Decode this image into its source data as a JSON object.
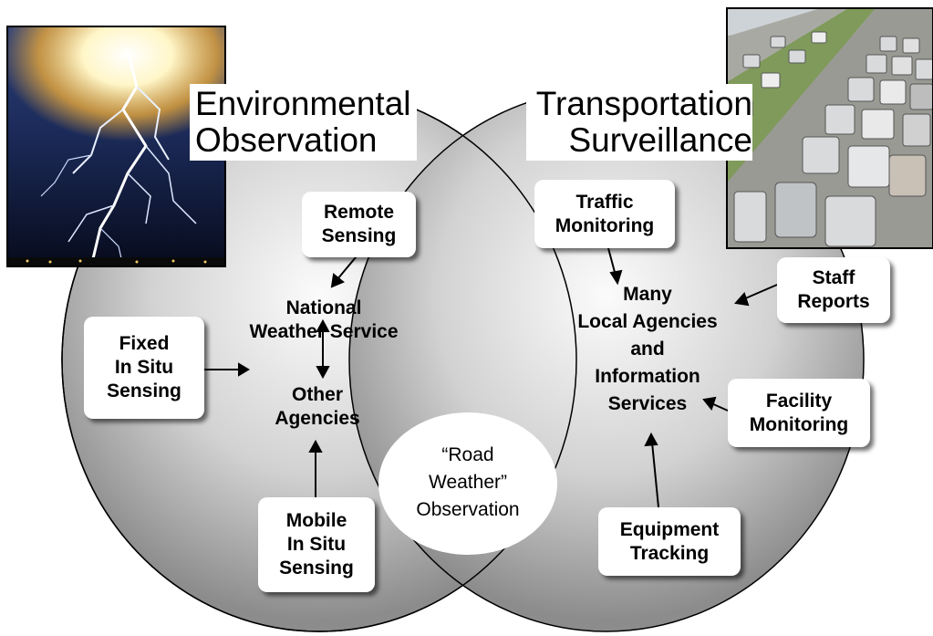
{
  "titles": {
    "left": [
      "Environmental",
      "Observation"
    ],
    "right": [
      "Transportation",
      "Surveillance"
    ]
  },
  "images": {
    "left": "lightning-photo",
    "right": "highway-traffic-photo"
  },
  "left_circle": {
    "center_label": [
      "National",
      "Weather Service"
    ],
    "lower_label": [
      "Other",
      "Agencies"
    ],
    "sources": {
      "remote": [
        "Remote",
        "Sensing"
      ],
      "fixed": [
        "Fixed",
        "In Situ",
        "Sensing"
      ],
      "mobile": [
        "Mobile",
        "In Situ",
        "Sensing"
      ]
    }
  },
  "right_circle": {
    "center_label": [
      "Many",
      "Local Agencies",
      "and",
      "Information",
      "Services"
    ],
    "sources": {
      "traffic": [
        "Traffic",
        "Monitoring"
      ],
      "staff": [
        "Staff",
        "Reports"
      ],
      "facility": [
        "Facility",
        "Monitoring"
      ],
      "equipment": [
        "Equipment",
        "Tracking"
      ]
    }
  },
  "overlap_label": [
    "“Road",
    "Weather”",
    "Observation"
  ],
  "colors": {
    "circle_light": "#fafafa",
    "circle_dark": "#8c8c8c",
    "outline": "#000000"
  }
}
